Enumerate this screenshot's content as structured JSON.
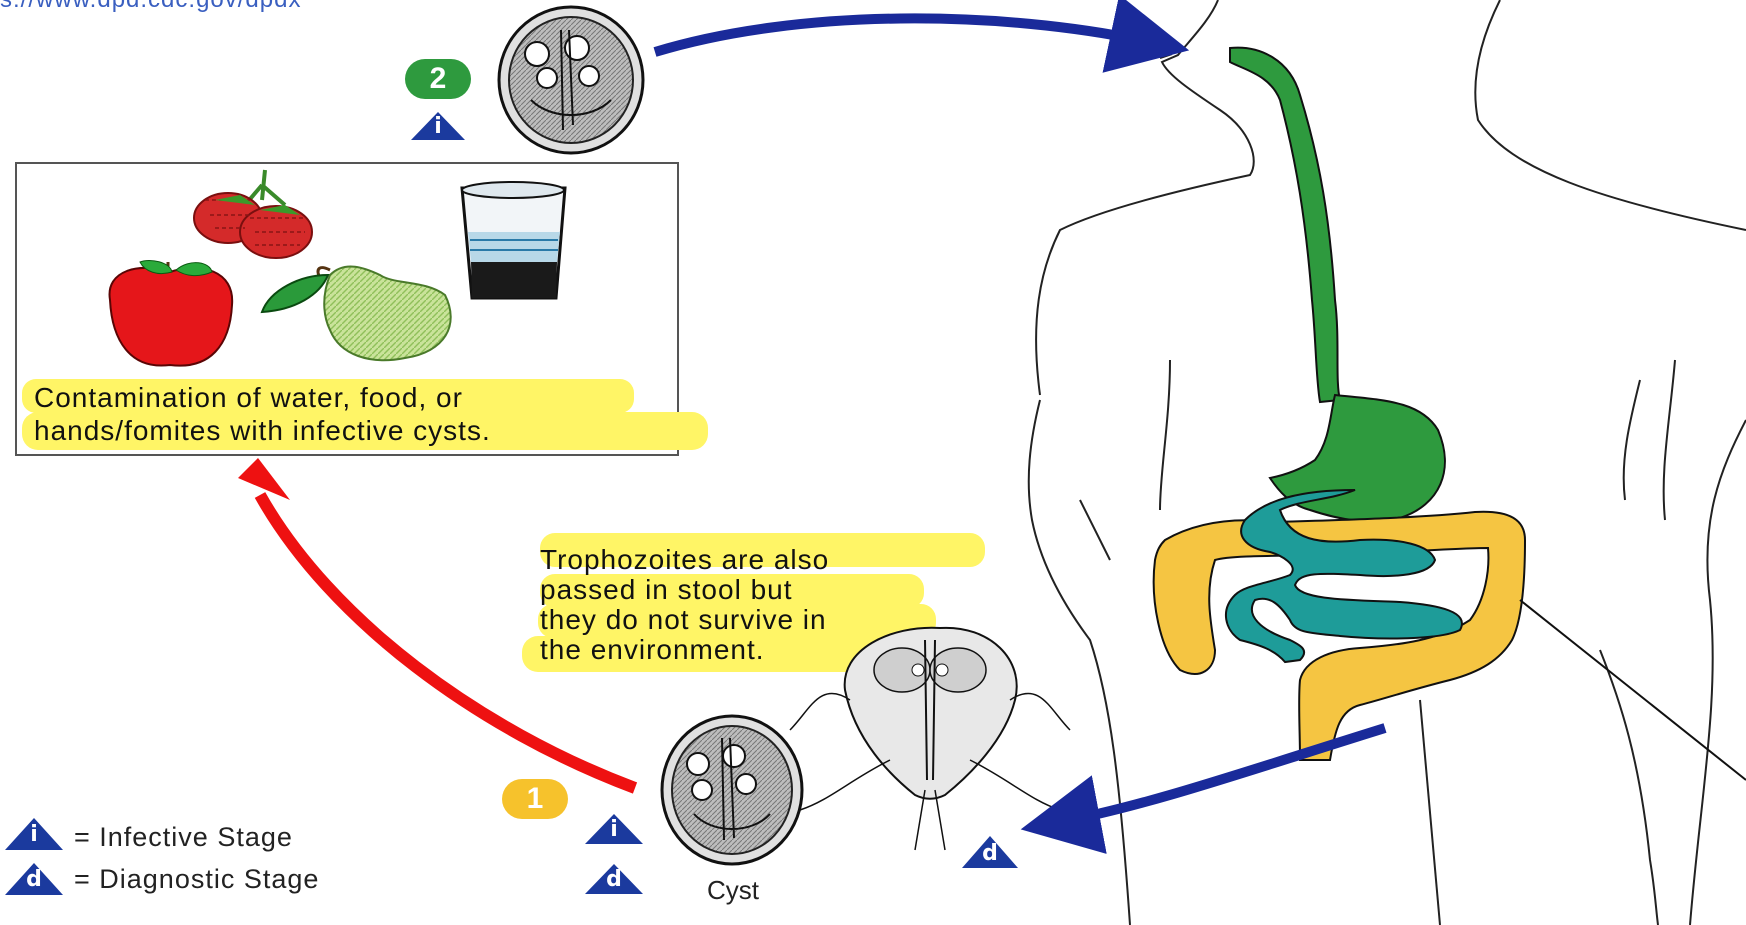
{
  "source_url": "s://www.dpd.cdc.gov/dpdx",
  "step1": {
    "number": "1",
    "color": "#f6c22c"
  },
  "step2": {
    "number": "2",
    "color": "#2e9a3e"
  },
  "contamination_caption": [
    "Contamination of water, food, or",
    "hands/fomites with infective cysts."
  ],
  "trophozoite_note": [
    "Trophozoites are also",
    "passed in stool but",
    "they do not survive in",
    "the environment."
  ],
  "legend": {
    "infective": {
      "symbol": "i",
      "text": "= Infective Stage"
    },
    "diagnostic": {
      "symbol": "d",
      "text": "= Diagnostic Stage"
    }
  },
  "cyst_label": "Cyst",
  "colors": {
    "highlight": "#fff566",
    "stage_triangle": "#1b3a9e",
    "arrow_blue": "#1a2a9a",
    "arrow_red": "#ee1111",
    "esophagus_stomach": "#2e9a3e",
    "small_intestine": "#1e9c99",
    "large_intestine": "#f5c542"
  }
}
